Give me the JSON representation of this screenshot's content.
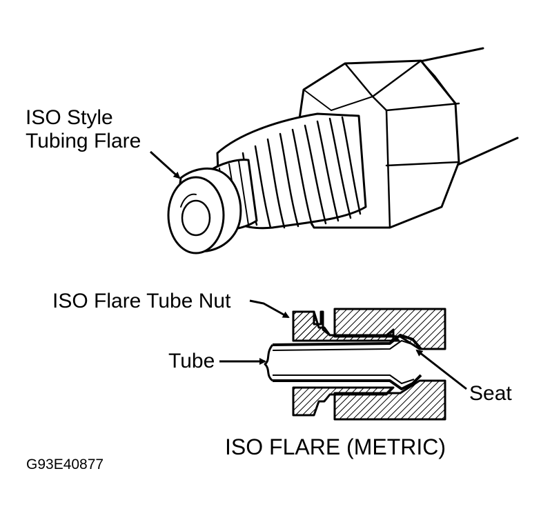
{
  "labels": {
    "flare_line1": "ISO Style",
    "flare_line2": "Tubing Flare",
    "tube_nut": "ISO Flare Tube Nut",
    "tube": "Tube",
    "seat": "Seat",
    "section_title": "ISO FLARE (METRIC)",
    "figure_code": "G93E40877"
  },
  "colors": {
    "ink": "#000000",
    "paper": "#ffffff"
  }
}
